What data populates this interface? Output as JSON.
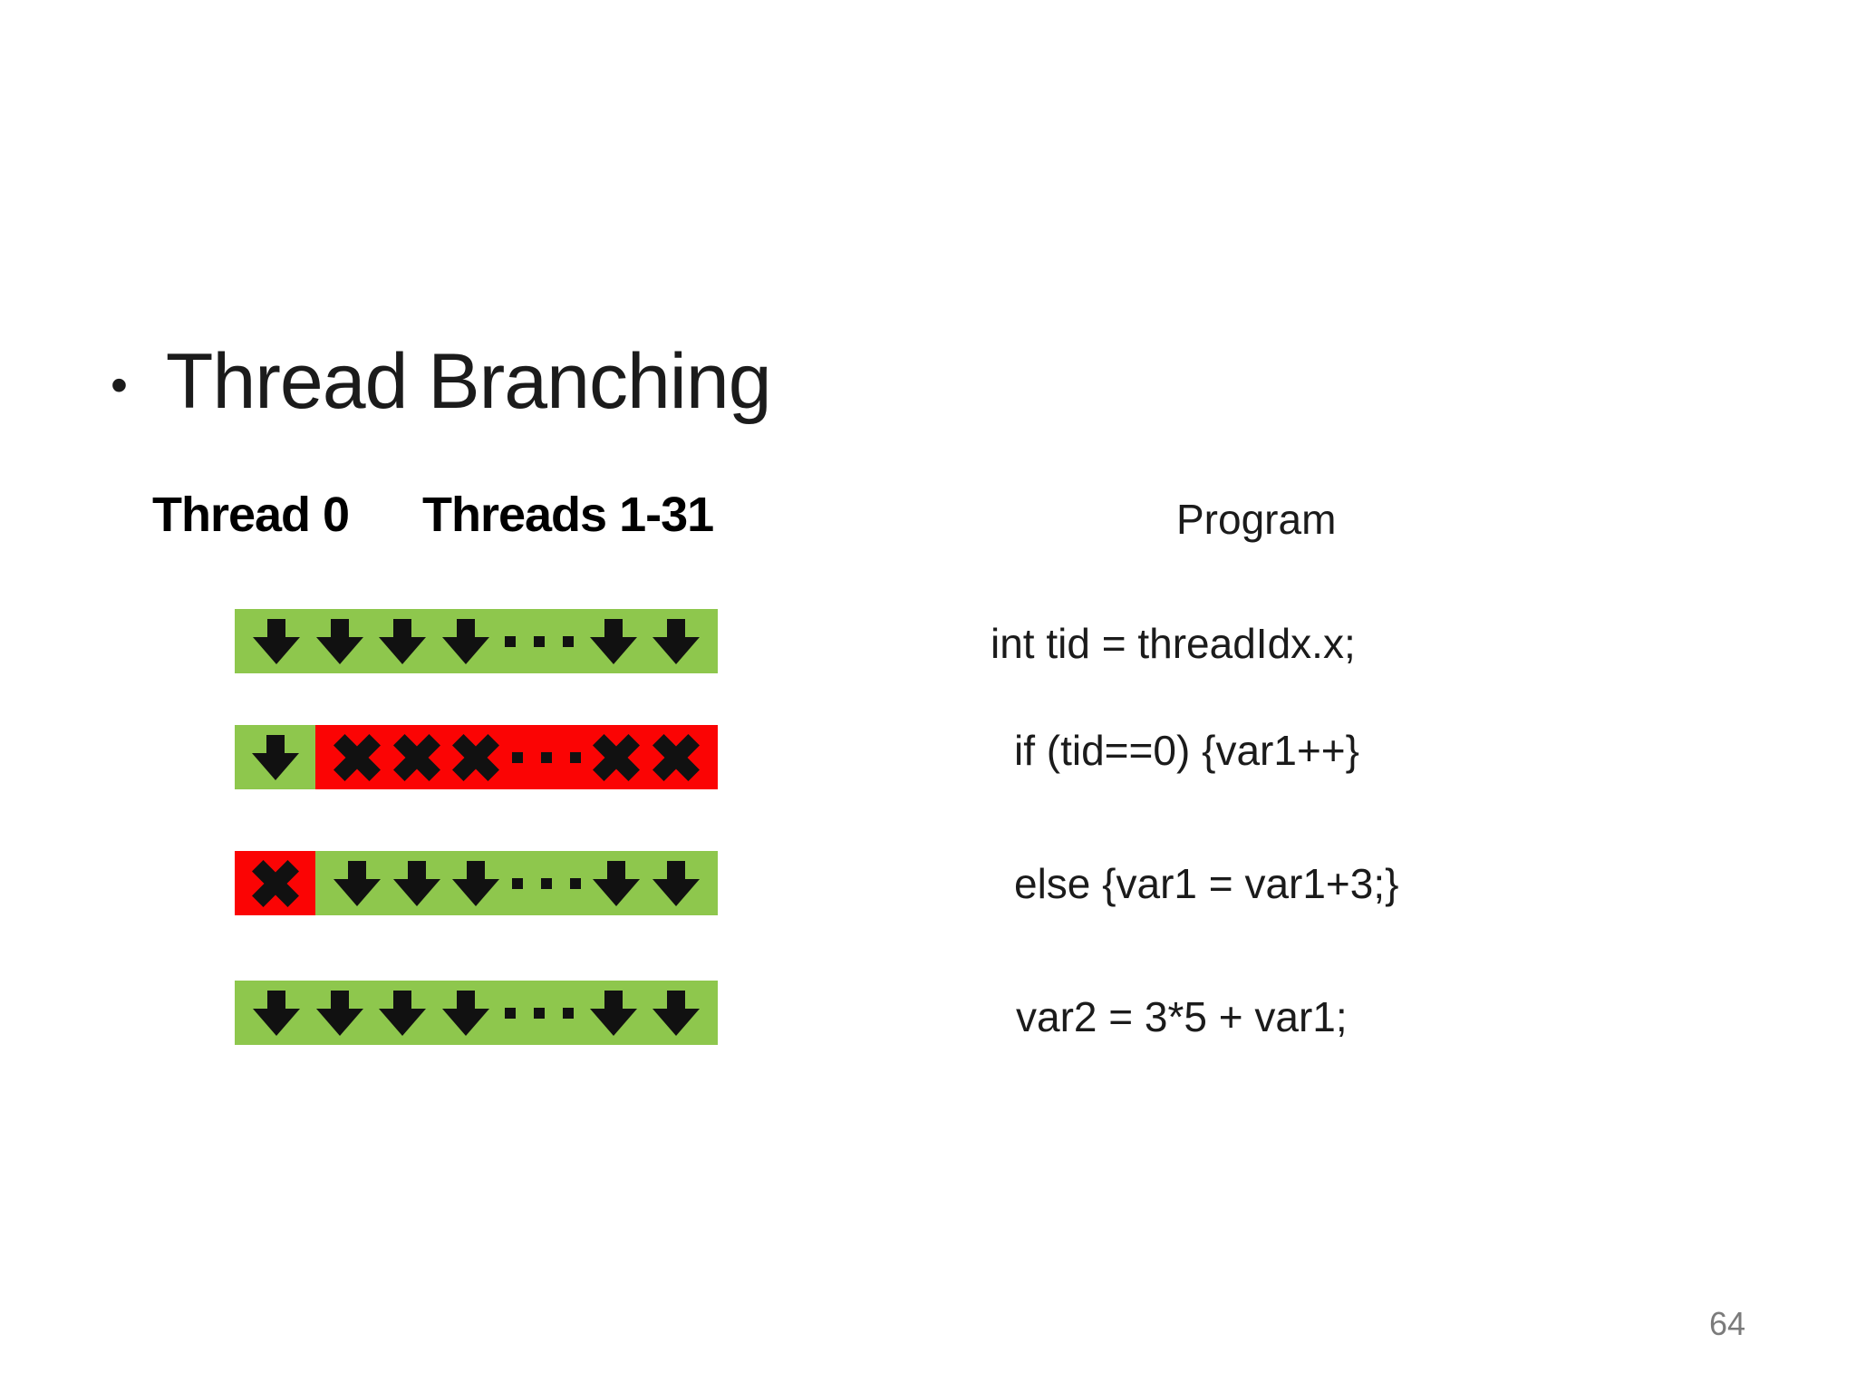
{
  "slide": {
    "bullet": "•",
    "title": "Thread Branching",
    "page_number": "64"
  },
  "diagram": {
    "labels": {
      "thread0": "Thread 0",
      "threads131": "Threads 1-31"
    },
    "colors": {
      "active": "#8ec74d",
      "inactive": "#fb0404",
      "glyph": "#111111"
    },
    "rows": [
      {
        "name": "all-threads-execute-line1",
        "segments": [
          {
            "state": "active",
            "width": "100%",
            "glyphs": [
              "arrow",
              "arrow",
              "arrow",
              "arrow",
              "dots",
              "arrow",
              "arrow"
            ]
          }
        ]
      },
      {
        "name": "only-thread0-executes",
        "segments": [
          {
            "state": "active",
            "width": "16.7%",
            "glyphs": [
              "arrow"
            ]
          },
          {
            "state": "inactive",
            "width": "83.3%",
            "glyphs": [
              "x",
              "x",
              "x",
              "dots",
              "x",
              "x"
            ]
          }
        ]
      },
      {
        "name": "threads1-31-execute",
        "segments": [
          {
            "state": "inactive",
            "width": "16.7%",
            "glyphs": [
              "x"
            ]
          },
          {
            "state": "active",
            "width": "83.3%",
            "glyphs": [
              "arrow",
              "arrow",
              "arrow",
              "dots",
              "arrow",
              "arrow"
            ]
          }
        ]
      },
      {
        "name": "all-threads-execute-line2",
        "segments": [
          {
            "state": "active",
            "width": "100%",
            "glyphs": [
              "arrow",
              "arrow",
              "arrow",
              "arrow",
              "dots",
              "arrow",
              "arrow"
            ]
          }
        ]
      }
    ]
  },
  "program": {
    "heading": "Program",
    "lines": [
      "int tid = threadIdx.x;",
      "if (tid==0) {var1++}",
      "else {var1 = var1+3;}",
      "var2 = 3*5 + var1;"
    ]
  }
}
